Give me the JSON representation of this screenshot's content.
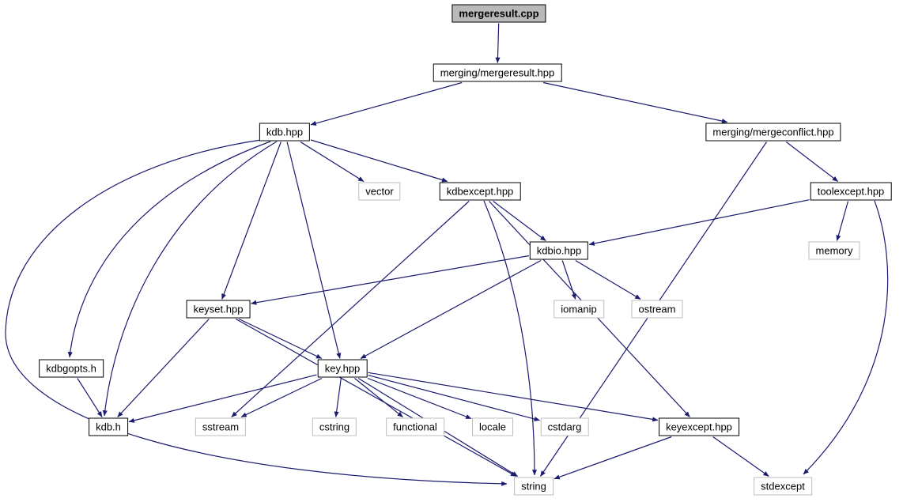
{
  "diagram": {
    "kind": "include-dependency-graph",
    "colors": {
      "edge": "#1b1b70",
      "current_node_fill": "#b9b9b9",
      "linked_node_border": "#000000",
      "external_node_border": "#bcbcbc"
    },
    "nodes": [
      {
        "id": "mergeresult_cpp",
        "label": "mergeresult.cpp",
        "kind": "current"
      },
      {
        "id": "mergeresult_hpp",
        "label": "merging/mergeresult.hpp",
        "kind": "linked"
      },
      {
        "id": "kdb_hpp",
        "label": "kdb.hpp",
        "kind": "linked"
      },
      {
        "id": "mergeconflict_hpp",
        "label": "merging/mergeconflict.hpp",
        "kind": "linked"
      },
      {
        "id": "vector",
        "label": "vector",
        "kind": "external"
      },
      {
        "id": "kdbexcept_hpp",
        "label": "kdbexcept.hpp",
        "kind": "linked"
      },
      {
        "id": "toolexcept_hpp",
        "label": "toolexcept.hpp",
        "kind": "linked"
      },
      {
        "id": "kdbio_hpp",
        "label": "kdbio.hpp",
        "kind": "linked"
      },
      {
        "id": "memory",
        "label": "memory",
        "kind": "external"
      },
      {
        "id": "iomanip",
        "label": "iomanip",
        "kind": "external"
      },
      {
        "id": "ostream",
        "label": "ostream",
        "kind": "external"
      },
      {
        "id": "keyset_hpp",
        "label": "keyset.hpp",
        "kind": "linked"
      },
      {
        "id": "kdbgopts_h",
        "label": "kdbgopts.h",
        "kind": "linked"
      },
      {
        "id": "key_hpp",
        "label": "key.hpp",
        "kind": "linked"
      },
      {
        "id": "kdb_h",
        "label": "kdb.h",
        "kind": "linked"
      },
      {
        "id": "sstream",
        "label": "sstream",
        "kind": "external"
      },
      {
        "id": "cstring",
        "label": "cstring",
        "kind": "external"
      },
      {
        "id": "functional",
        "label": "functional",
        "kind": "external"
      },
      {
        "id": "locale",
        "label": "locale",
        "kind": "external"
      },
      {
        "id": "cstdarg",
        "label": "cstdarg",
        "kind": "external"
      },
      {
        "id": "keyexcept_hpp",
        "label": "keyexcept.hpp",
        "kind": "linked"
      },
      {
        "id": "string",
        "label": "string",
        "kind": "external"
      },
      {
        "id": "stdexcept",
        "label": "stdexcept",
        "kind": "external"
      }
    ],
    "edges": [
      {
        "from": "mergeresult_cpp",
        "to": "mergeresult_hpp"
      },
      {
        "from": "mergeresult_hpp",
        "to": "kdb_hpp"
      },
      {
        "from": "mergeresult_hpp",
        "to": "mergeconflict_hpp"
      },
      {
        "from": "kdb_hpp",
        "to": "vector"
      },
      {
        "from": "kdb_hpp",
        "to": "kdbexcept_hpp"
      },
      {
        "from": "kdb_hpp",
        "to": "keyset_hpp"
      },
      {
        "from": "kdb_hpp",
        "to": "key_hpp"
      },
      {
        "from": "kdb_hpp",
        "to": "kdbgopts_h"
      },
      {
        "from": "kdb_hpp",
        "to": "kdb_h"
      },
      {
        "from": "kdb_hpp",
        "to": "string"
      },
      {
        "from": "mergeconflict_hpp",
        "to": "toolexcept_hpp"
      },
      {
        "from": "mergeconflict_hpp",
        "to": "string"
      },
      {
        "from": "toolexcept_hpp",
        "to": "memory"
      },
      {
        "from": "toolexcept_hpp",
        "to": "kdbio_hpp"
      },
      {
        "from": "toolexcept_hpp",
        "to": "stdexcept"
      },
      {
        "from": "kdbexcept_hpp",
        "to": "kdbio_hpp"
      },
      {
        "from": "kdbexcept_hpp",
        "to": "keyexcept_hpp"
      },
      {
        "from": "kdbexcept_hpp",
        "to": "sstream"
      },
      {
        "from": "kdbexcept_hpp",
        "to": "string"
      },
      {
        "from": "kdbio_hpp",
        "to": "iomanip"
      },
      {
        "from": "kdbio_hpp",
        "to": "ostream"
      },
      {
        "from": "kdbio_hpp",
        "to": "keyset_hpp"
      },
      {
        "from": "kdbio_hpp",
        "to": "key_hpp"
      },
      {
        "from": "keyset_hpp",
        "to": "key_hpp"
      },
      {
        "from": "keyset_hpp",
        "to": "kdb_h"
      },
      {
        "from": "keyset_hpp",
        "to": "string"
      },
      {
        "from": "key_hpp",
        "to": "kdb_h"
      },
      {
        "from": "key_hpp",
        "to": "sstream"
      },
      {
        "from": "key_hpp",
        "to": "cstring"
      },
      {
        "from": "key_hpp",
        "to": "functional"
      },
      {
        "from": "key_hpp",
        "to": "locale"
      },
      {
        "from": "key_hpp",
        "to": "cstdarg"
      },
      {
        "from": "key_hpp",
        "to": "keyexcept_hpp"
      },
      {
        "from": "key_hpp",
        "to": "string"
      },
      {
        "from": "keyexcept_hpp",
        "to": "string"
      },
      {
        "from": "keyexcept_hpp",
        "to": "stdexcept"
      },
      {
        "from": "kdbgopts_h",
        "to": "kdb_h"
      }
    ]
  }
}
